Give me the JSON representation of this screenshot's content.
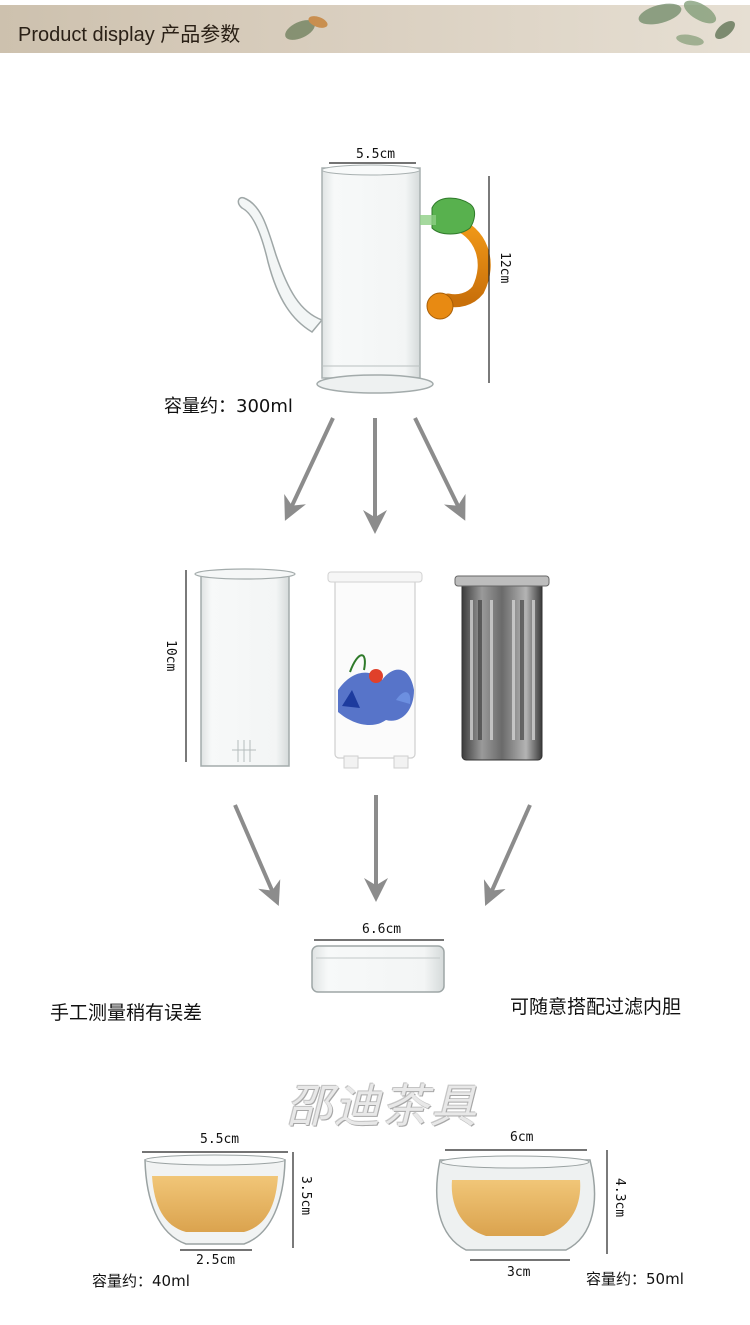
{
  "banner": {
    "title": "Product display 产品参数"
  },
  "teapot": {
    "top_width": "5.5cm",
    "height": "12cm",
    "capacity": "容量约：300ml"
  },
  "inserts": {
    "height": "10cm"
  },
  "lid": {
    "width": "6.6cm"
  },
  "notes": {
    "left": "手工测量稍有误差",
    "right": "可随意搭配过滤内胆"
  },
  "watermark": "邵迪茶具",
  "cup_left": {
    "top_width": "5.5cm",
    "height": "3.5cm",
    "bottom_width": "2.5cm",
    "capacity": "容量约：40ml"
  },
  "cup_right": {
    "top_width": "6cm",
    "height": "4.3cm",
    "bottom_width": "3cm",
    "capacity": "容量约：50ml"
  },
  "colors": {
    "banner": "#d3c7b4",
    "arrow": "#8c8c8c",
    "tea": "#e7b45a",
    "handle": "#e08a10",
    "jade": "#4fa84a"
  }
}
